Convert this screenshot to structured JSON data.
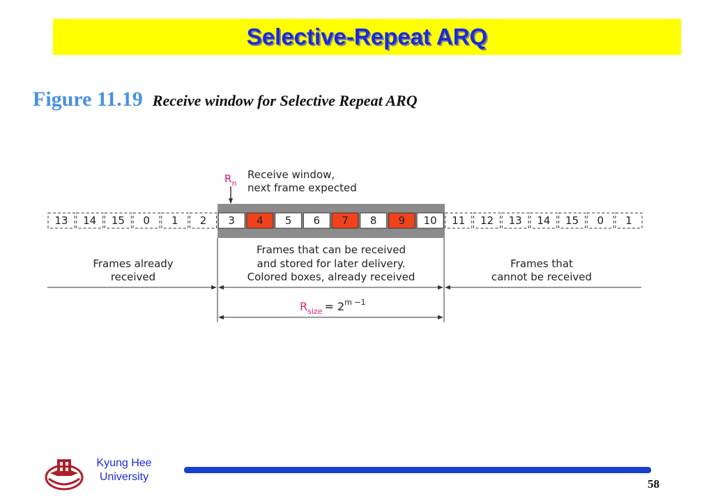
{
  "title": "Selective-Repeat ARQ",
  "caption": {
    "figure_number": "Figure 11.19",
    "description": "Receive window for Selective Repeat ARQ"
  },
  "diagram": {
    "pointer_label": {
      "main": "R",
      "sub": "n"
    },
    "pointer_caption": [
      "Receive window,",
      "next frame expected"
    ],
    "frames": [
      "13",
      "14",
      "15",
      "0",
      "1",
      "2",
      "3",
      "4",
      "5",
      "6",
      "7",
      "8",
      "9",
      "10",
      "11",
      "12",
      "13",
      "14",
      "15",
      "0",
      "1"
    ],
    "window_start_index": 6,
    "window_end_index": 13,
    "received_indices": [
      7,
      10,
      12
    ],
    "left_region_label": [
      "Frames already",
      "received"
    ],
    "middle_region_label": [
      "Frames that can be received",
      "and stored for later delivery.",
      "Colored boxes, already received"
    ],
    "right_region_label": [
      "Frames that",
      "cannot be received"
    ],
    "size_formula": {
      "main": "R",
      "sub": "size",
      "eq": "= 2",
      "exp": "m −1"
    },
    "colors": {
      "received_fill": "#f0421c",
      "window_band": "#8c8c8c",
      "accent_label": "#e0197d",
      "line": "#333333"
    }
  },
  "footer": {
    "university_line1": "Kyung Hee",
    "university_line2": "University",
    "page_number": "58",
    "logo_icon": "kyung-hee-emblem-icon",
    "bar_color": "#1840d0"
  }
}
